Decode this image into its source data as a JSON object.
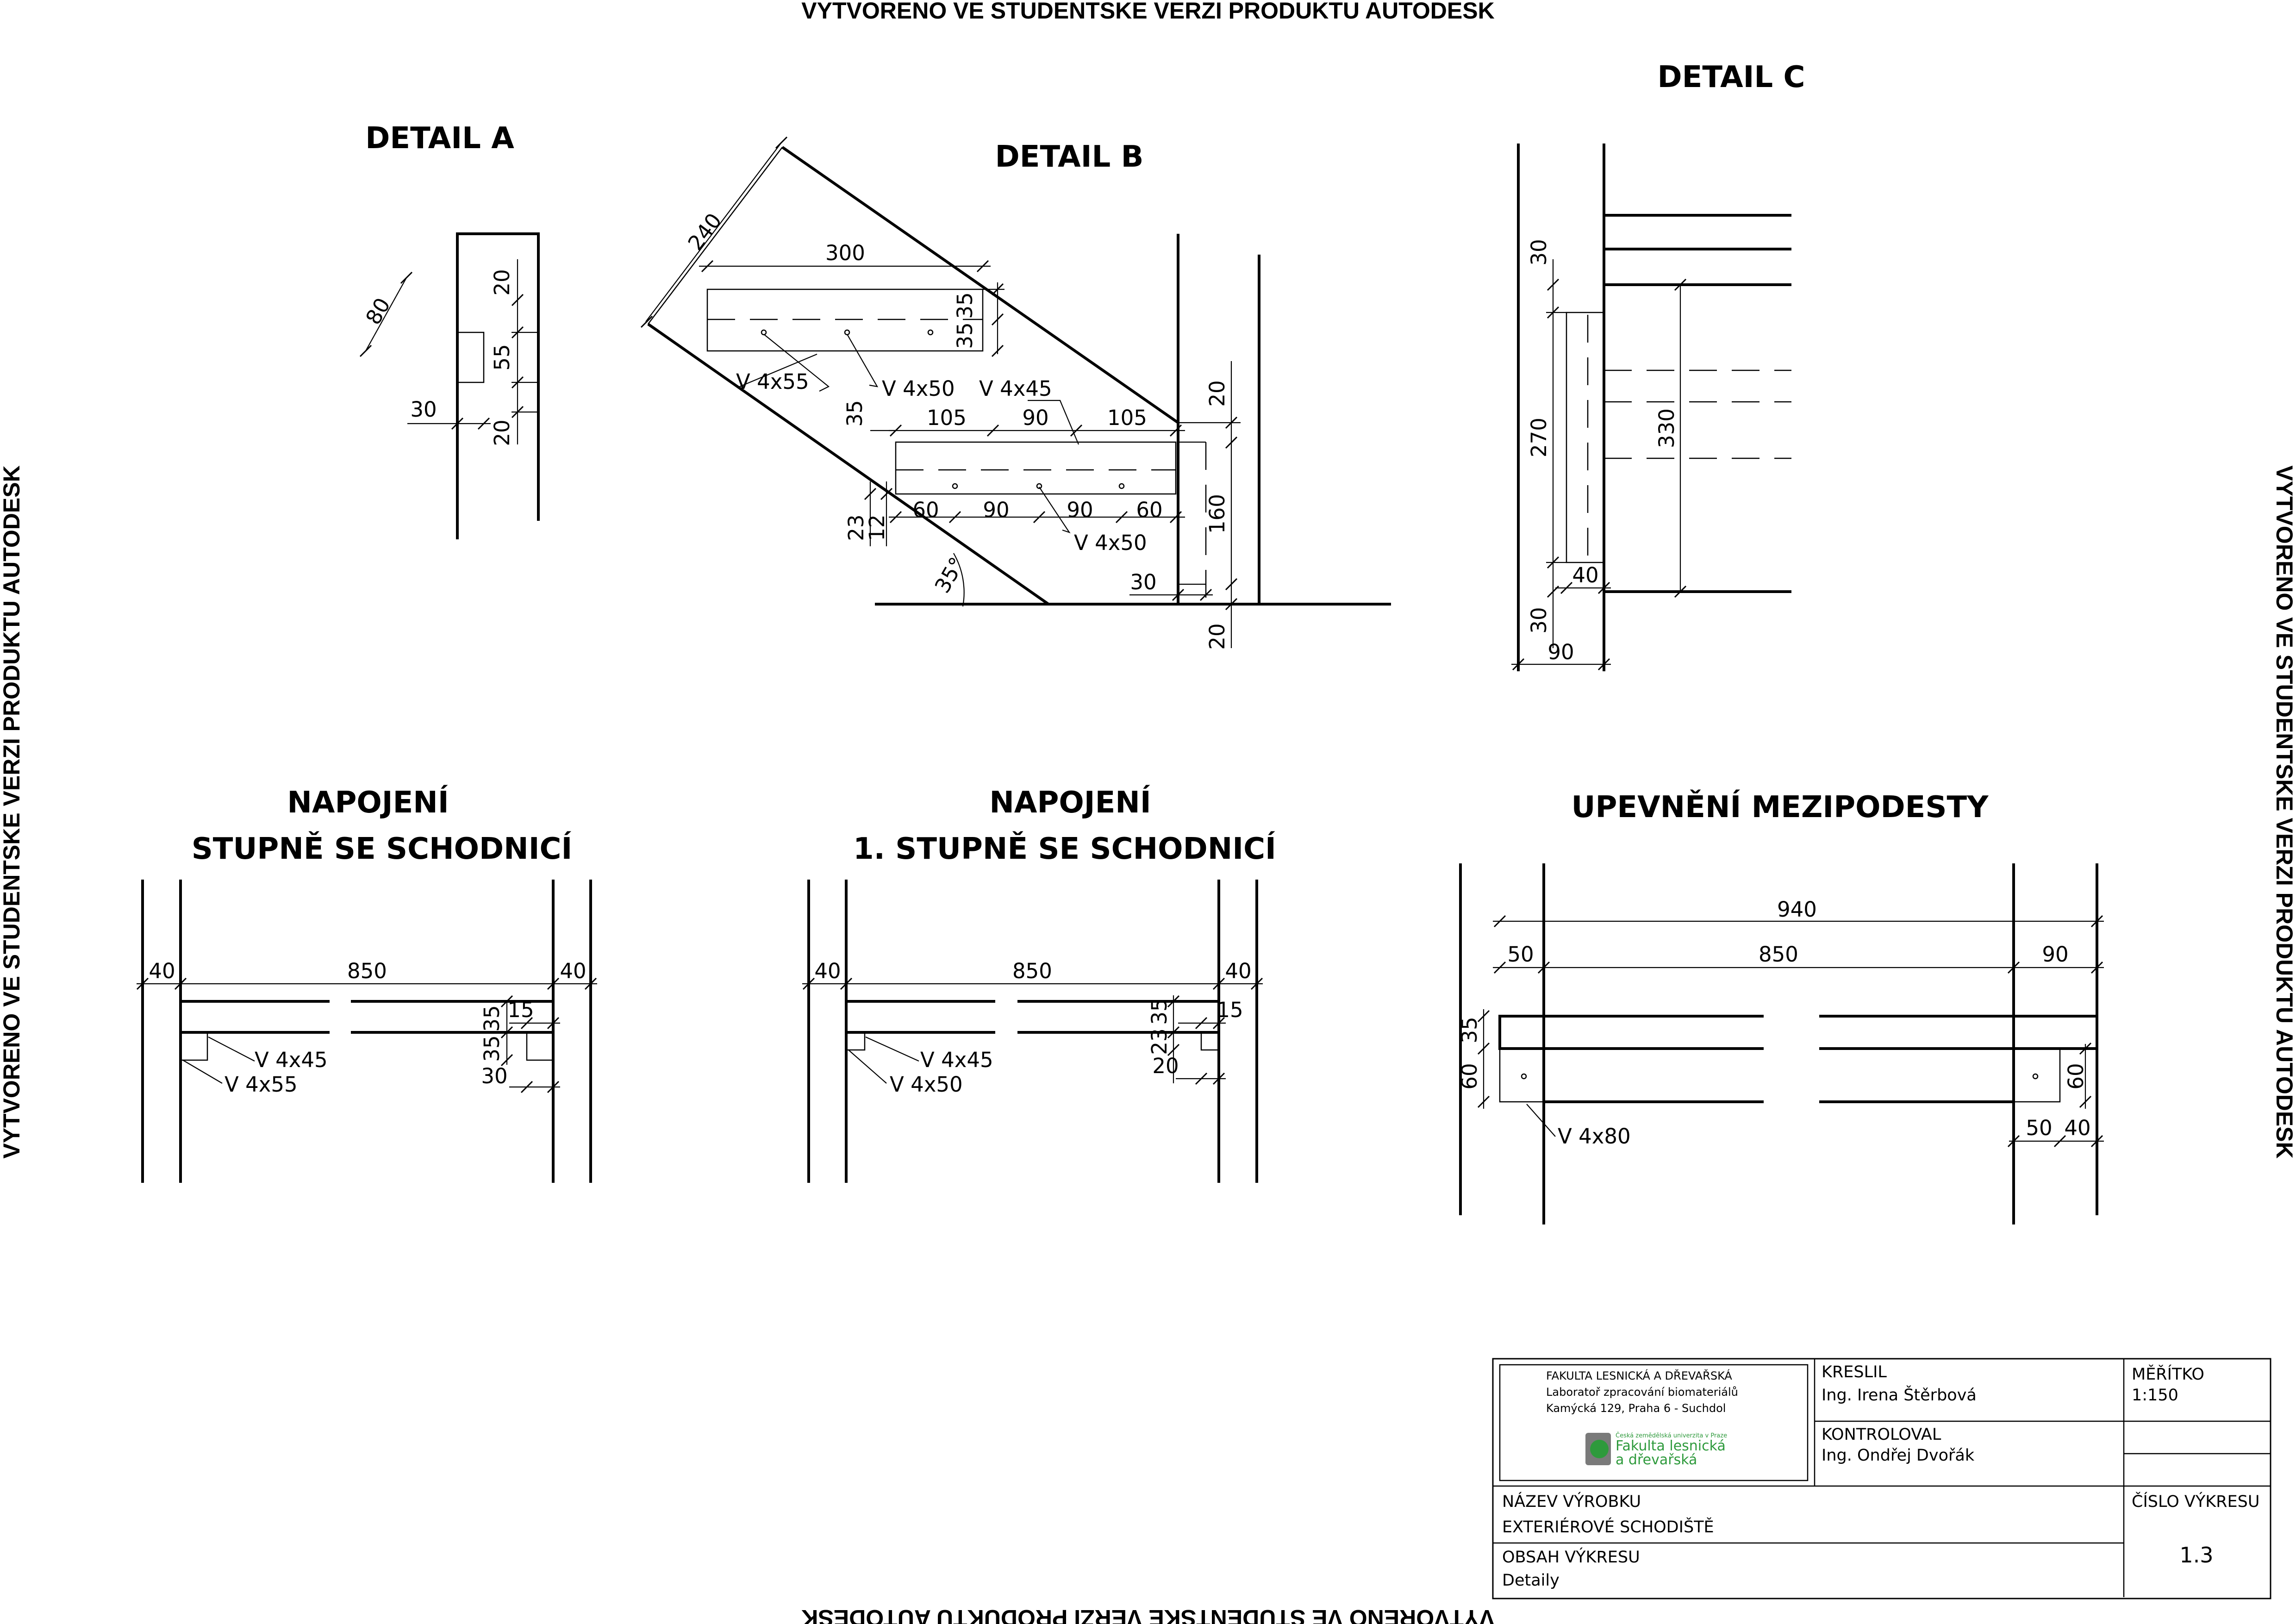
{
  "watermark": "VYTVORENO VE STUDENTSKE VERZI PRODUKTU AUTODESK",
  "views": {
    "detail_a": {
      "title": "DETAIL A",
      "dims": {
        "d80": "80",
        "d20a": "20",
        "d55": "55",
        "d30": "30",
        "d20b": "20"
      }
    },
    "detail_b": {
      "title": "DETAIL B",
      "dims": {
        "d240": "240",
        "d300": "300",
        "d35a": "35",
        "d35b": "35",
        "d35c": "35",
        "d105a": "105",
        "d90a": "90",
        "d105b": "105",
        "d20a": "20",
        "d23": "23",
        "d12": "12",
        "d60a": "60",
        "d90b": "90",
        "d90c": "90",
        "d60b": "60",
        "d160": "160",
        "d30": "30",
        "d20b": "20",
        "angle": "35°"
      },
      "labels": {
        "v4x55": "V 4x55",
        "v4x50a": "V 4x50",
        "v4x45": "V 4x45",
        "v4x50b": "V 4x50"
      }
    },
    "detail_c": {
      "title": "DETAIL C",
      "dims": {
        "d30a": "30",
        "d270": "270",
        "d330": "330",
        "d40": "40",
        "d30b": "30",
        "d90": "90"
      }
    },
    "napojeni_1": {
      "title_line1": "NAPOJENÍ",
      "title_line2": "STUPNĚ SE SCHODNICÍ",
      "dims": {
        "d40a": "40",
        "d850": "850",
        "d40b": "40",
        "d15": "15",
        "d35a": "35",
        "d35b": "35",
        "d30": "30"
      },
      "labels": {
        "v4x45": "V 4x45",
        "v4x55": "V 4x55"
      }
    },
    "napojeni_2": {
      "title_line1": "NAPOJENÍ",
      "title_line2": "1. STUPNĚ SE SCHODNICÍ",
      "dims": {
        "d40a": "40",
        "d850": "850",
        "d40b": "40",
        "d35": "35",
        "d15": "15",
        "d23": "23",
        "d20": "20"
      },
      "labels": {
        "v4x45": "V 4x45",
        "v4x50": "V 4x50"
      }
    },
    "upevneni": {
      "title": "UPEVNĚNÍ MEZIPODESTY",
      "dims": {
        "d940": "940",
        "d50a": "50",
        "d850": "850",
        "d90": "90",
        "d35": "35",
        "d60a": "60",
        "d60b": "60",
        "d50b": "50",
        "d40": "40"
      },
      "labels": {
        "v4x80": "V 4x80"
      }
    }
  },
  "title_block": {
    "org_line1": "FAKULTA LESNICKÁ A DŘEVAŘSKÁ",
    "org_line2": "Laboratoř zpracování biomateriálů",
    "org_line3": "Kamýcká 129, Praha 6 - Suchdol",
    "logo_small": "Česká zemědělská univerzita v Praze",
    "logo_line1": "Fakulta lesnická",
    "logo_line2": "a dřevařská",
    "drawn_label": "KRESLIL",
    "drawn_by": "Ing. Irena Štěrbová",
    "checked_label": "KONTROLOVAL",
    "checked_by": "Ing. Ondřej Dvořák",
    "scale_label": "MĚŘÍTKO",
    "scale_value": "1:150",
    "product_label": "NÁZEV  VÝROBKU",
    "product_value": "EXTERIÉROVÉ SCHODIŠTĚ",
    "drawing_no_label": "ČÍSLO VÝKRESU",
    "drawing_no_value": "1.3",
    "content_label": "OBSAH VÝKRESU",
    "content_value": "Detaily"
  }
}
